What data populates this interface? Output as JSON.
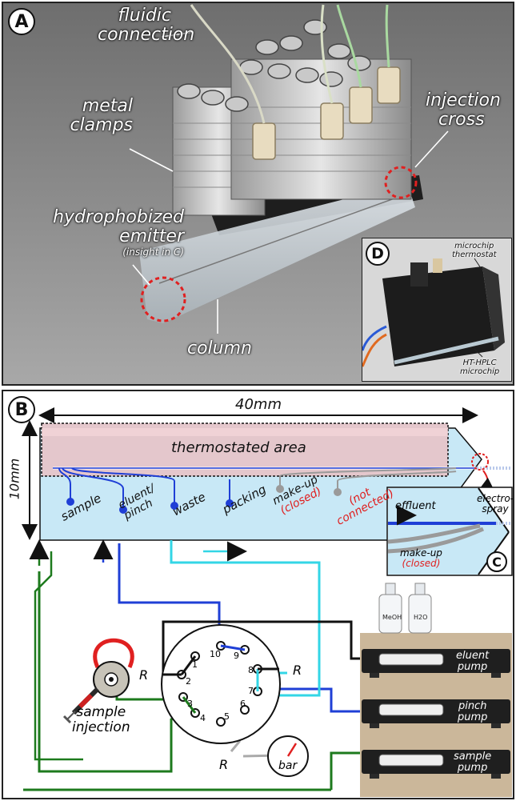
{
  "panel_a": {
    "badge": "A",
    "fluidic_line1": "fluidic",
    "fluidic_line2": "connection",
    "clamps_line1": "metal",
    "clamps_line2": "clamps",
    "injection_line1": "injection",
    "injection_line2": "cross",
    "emitter_line1": "hydrophobized",
    "emitter_line2": "emitter",
    "emitter_note": "(insight in C)",
    "column": "column"
  },
  "panel_d": {
    "badge": "D",
    "thermostat_line1": "microchip",
    "thermostat_line2": "thermostat",
    "chip_line1": "HT-HPLC",
    "chip_line2": "microchip"
  },
  "panel_b": {
    "badge": "B",
    "width_label": "40mm",
    "height_label": "10mm",
    "thermostated_area": "thermostated area",
    "ports": {
      "sample": "sample",
      "eluent_line1": "eluent/",
      "eluent_line2": "pinch",
      "waste": "waste",
      "packing": "packing",
      "makeup": "make-up",
      "makeup_closed": "(closed)",
      "not_line1": "(not",
      "not_line2": "connected)"
    },
    "valve_ports": [
      "1",
      "2",
      "3",
      "4",
      "5",
      "6",
      "7",
      "8",
      "9",
      "10"
    ],
    "r_label": "R",
    "sample_injection_line1": "sample",
    "sample_injection_line2": "injection",
    "gauge": "bar",
    "bottles": [
      "MeOH",
      "H2O"
    ],
    "pumps": [
      {
        "line1": "eluent",
        "line2": "pump"
      },
      {
        "line1": "pinch",
        "line2": "pump"
      },
      {
        "line1": "sample",
        "line2": "pump"
      }
    ]
  },
  "panel_c": {
    "badge": "C",
    "effluent": "effluent",
    "electrospray_line1": "electro-",
    "electrospray_line2": "spray",
    "makeup": "make-up",
    "closed": "(closed)"
  },
  "colors": {
    "blue": "#1f3fd6",
    "cyan": "#33d6e6",
    "green": "#1d7a1d",
    "red": "#e02020",
    "chip_blue": "#c8e8f6",
    "thermo": "#e8c8cc"
  }
}
